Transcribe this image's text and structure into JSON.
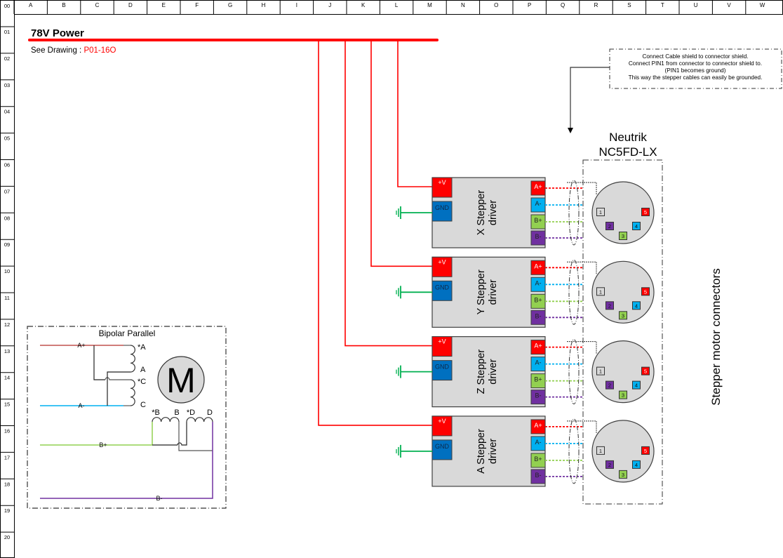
{
  "grid": {
    "corner_label": "00",
    "columns": [
      "A",
      "B",
      "C",
      "D",
      "E",
      "F",
      "G",
      "H",
      "I",
      "J",
      "K",
      "L",
      "M",
      "N",
      "O",
      "P",
      "Q",
      "R",
      "S",
      "T",
      "U",
      "V",
      "W"
    ],
    "rows": [
      "01",
      "02",
      "03",
      "04",
      "05",
      "06",
      "07",
      "08",
      "09",
      "10",
      "11",
      "12",
      "13",
      "14",
      "15",
      "16",
      "17",
      "18",
      "19",
      "20"
    ]
  },
  "power": {
    "title": "78V Power",
    "see_drawing_label": "See Drawing : ",
    "drawing_ref": "P01-16O",
    "bus_color": "#ff0000"
  },
  "note": {
    "lines": [
      "Connect Cable shield to connector shield.",
      "Connect PIN1 from connector to connector shield to.",
      "(PIN1  becomes ground)",
      "This way the stepper cables can easily be grounded."
    ]
  },
  "connector": {
    "title_line1": "Neutrik",
    "title_line2": "NC5FD-LX",
    "side_label": "Stepper motor connectors",
    "pins": [
      {
        "label": "1",
        "color": "#d9d9d9"
      },
      {
        "label": "2",
        "color": "#7030a0"
      },
      {
        "label": "3",
        "color": "#92d050"
      },
      {
        "label": "4",
        "color": "#00b0f0"
      },
      {
        "label": "5",
        "color": "#ff0000"
      }
    ]
  },
  "drivers": [
    {
      "line1": "X Stepper",
      "line2": "driver"
    },
    {
      "line1": "Y Stepper",
      "line2": "driver"
    },
    {
      "line1": "Z Stepper",
      "line2": "driver"
    },
    {
      "line1": "A Stepper",
      "line2": "driver"
    }
  ],
  "driver_terminals": {
    "power": {
      "label": "+V",
      "color": "#ff0000"
    },
    "ground": {
      "label": "GND",
      "color": "#0070c0"
    },
    "outputs": [
      {
        "label": "A+",
        "color": "#ff0000"
      },
      {
        "label": "A-",
        "color": "#00b0f0"
      },
      {
        "label": "B+",
        "color": "#92d050"
      },
      {
        "label": "B-",
        "color": "#7030a0"
      }
    ]
  },
  "ground_color": "#00b050",
  "motor": {
    "title": "Bipolar Parallel",
    "symbol": "M",
    "wires": [
      {
        "label": "A+",
        "color": "#c0504d"
      },
      {
        "label": "A-",
        "color": "#00b0f0"
      },
      {
        "label": "B+",
        "color": "#92d050"
      },
      {
        "label": "B-",
        "color": "#7030a0"
      }
    ],
    "coil_labels": {
      "a_start": "*A",
      "a_end": "A",
      "c_start": "*C",
      "c_end": "C",
      "b_start": "*B",
      "b_end": "B",
      "d_start": "*D",
      "d_end": "D"
    }
  }
}
